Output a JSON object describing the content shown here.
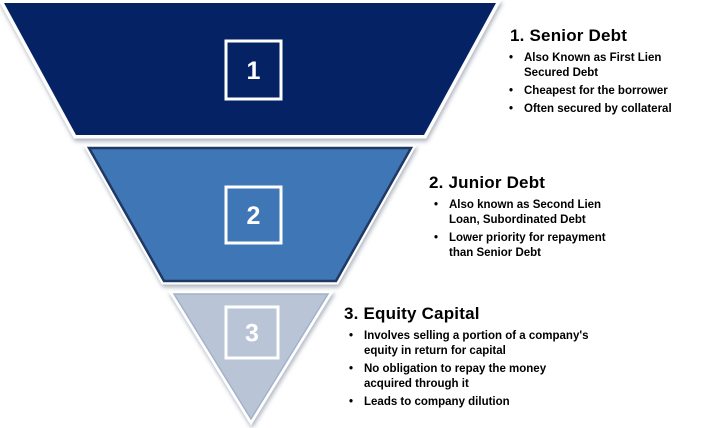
{
  "funnel": {
    "outline_color": "#ffffff",
    "number_color": "#ffffff",
    "text_color": "#000000",
    "bullet_char": "•",
    "sections": [
      {
        "number": "1",
        "heading": "1. Senior Debt",
        "bullets": [
          "Also Known as First Lien Secured Debt",
          "Cheapest for the borrower",
          "Often secured by collateral"
        ],
        "fill": "#052265",
        "edge": "#052265"
      },
      {
        "number": "2",
        "heading": "2. Junior Debt",
        "bullets": [
          "Also known as Second Lien Loan, Subordinated Debt",
          "Lower priority for repayment than Senior Debt"
        ],
        "fill": "#3f76b5",
        "edge": "#1f3864"
      },
      {
        "number": "3",
        "heading": "3. Equity Capital",
        "bullets": [
          "Involves selling a portion of a company's equity in return for capital",
          "No obligation to repay the money acquired through it",
          "Leads to company dilution"
        ],
        "fill": "#b9c4d6",
        "edge": "#a3b2c8"
      }
    ]
  }
}
